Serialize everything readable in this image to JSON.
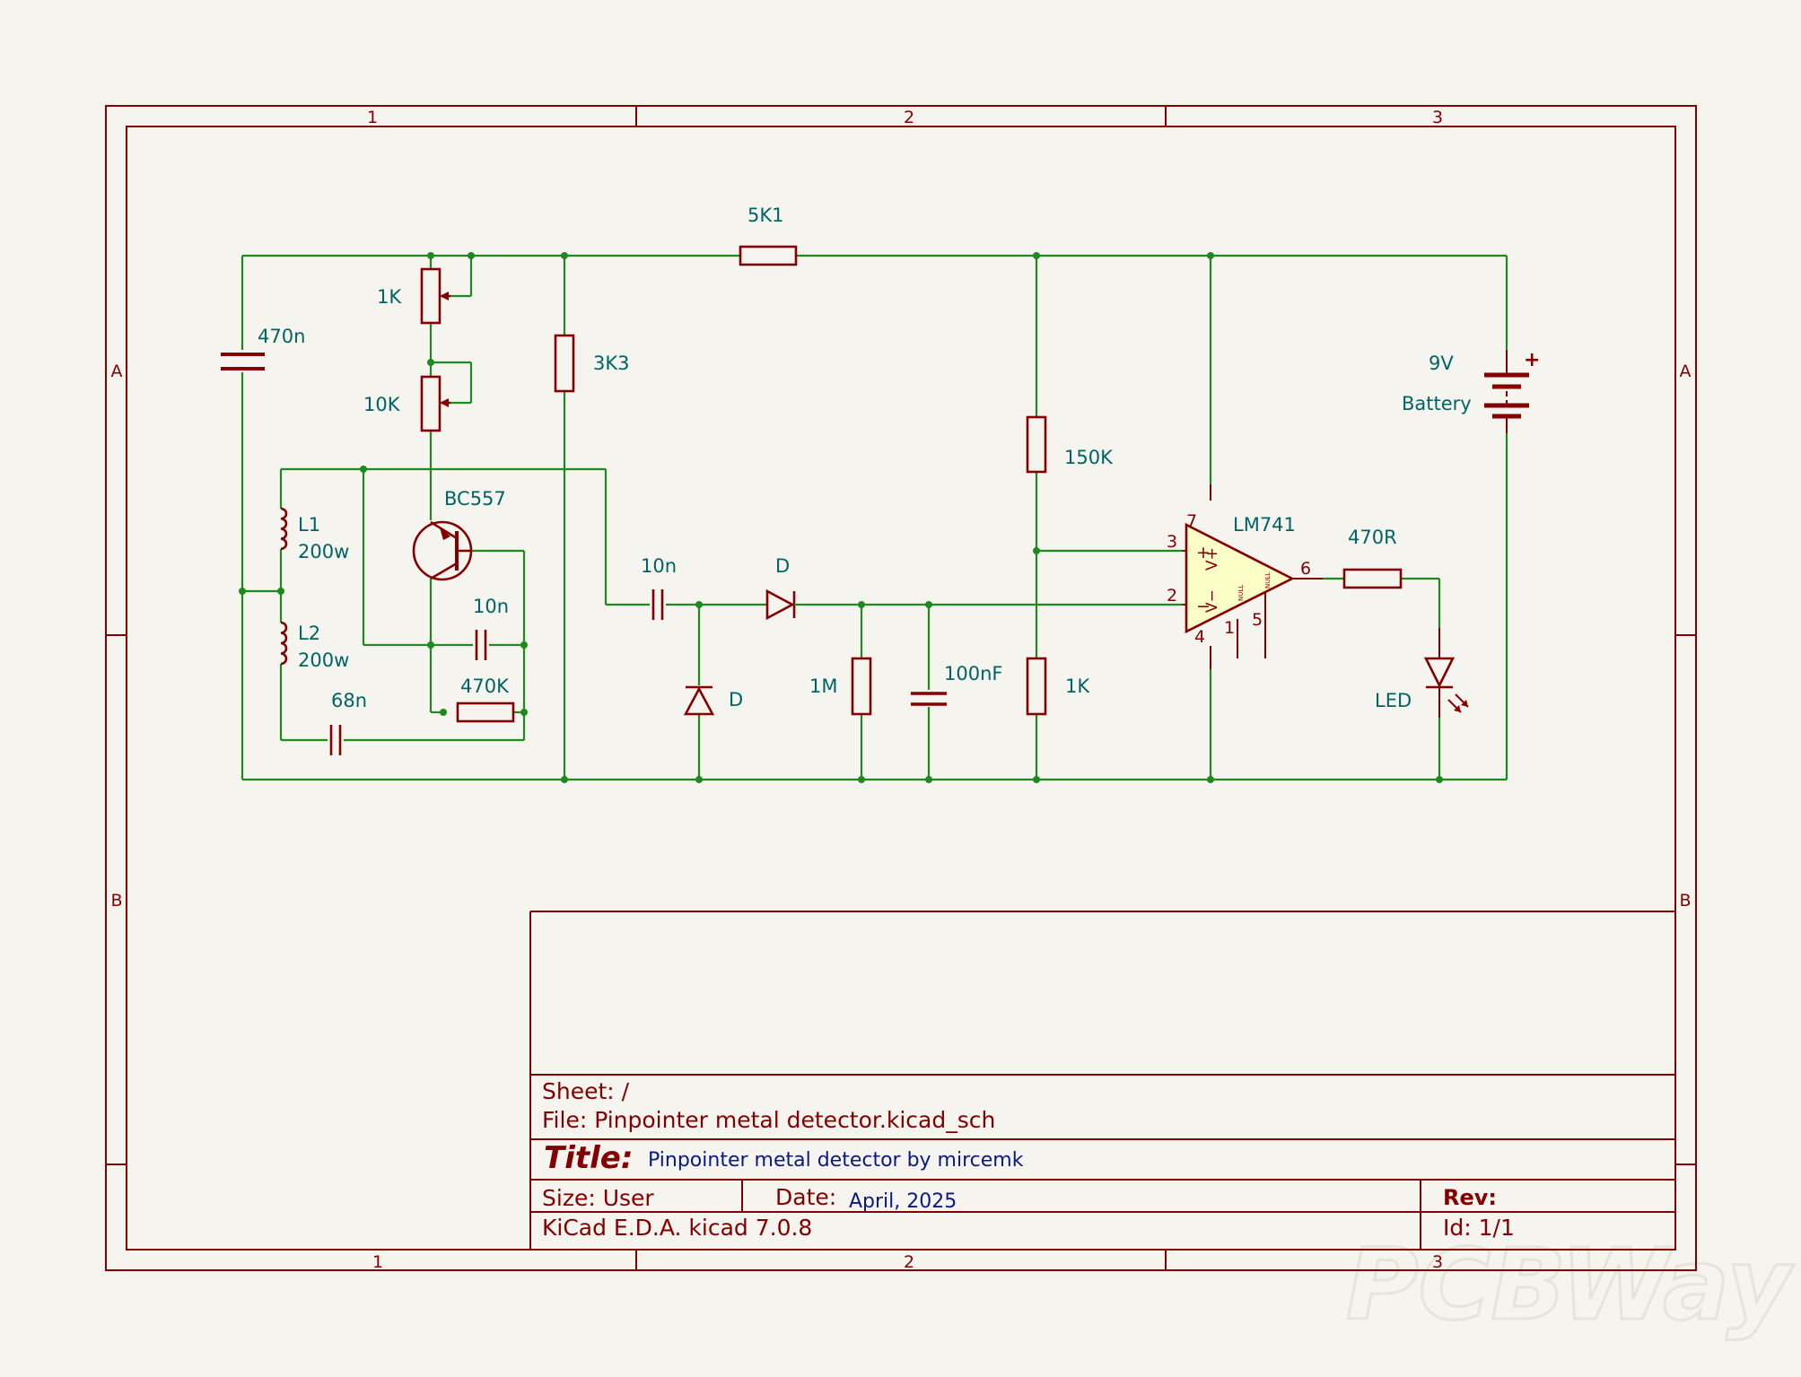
{
  "frame": {
    "col_labels": [
      "1",
      "2",
      "3"
    ],
    "row_labels": [
      "A",
      "B"
    ]
  },
  "components": {
    "c_470n": "470n",
    "pot_1k": "1K",
    "pot_10k": "10K",
    "r_3k3": "3K3",
    "r_5k1": "5K1",
    "r_150k": "150K",
    "r_1k": "1K",
    "l1_ref": "L1",
    "l1_val": "200w",
    "l2_ref": "L2",
    "l2_val": "200w",
    "q_bc557": "BC557",
    "c_10n_a": "10n",
    "c_10n_b": "10n",
    "r_470k": "470K",
    "c_68n": "68n",
    "d_series": "D",
    "d_shunt": "D",
    "r_1m": "1M",
    "c_100nf": "100nF",
    "u_lm741": "LM741",
    "r_470r": "470R",
    "led": "LED",
    "battery_v": "9V",
    "battery_name": "Battery"
  },
  "opamp_pins": {
    "p7": "7",
    "p3": "3",
    "p2": "2",
    "p6": "6",
    "p4": "4",
    "p1": "1",
    "p5": "5",
    "vplus": "V+",
    "vminus": "V−",
    "plus": "+",
    "minus": "−",
    "null": "NULL"
  },
  "battery_plus": "+",
  "title_block": {
    "sheet": "Sheet: /",
    "file": "File: Pinpointer metal detector.kicad_sch",
    "title_label": "Title:",
    "title_value": "Pinpointer metal detector by mircemk",
    "size": "Size: User",
    "date_label": "Date:",
    "date_value": "April, 2025",
    "rev_label": "Rev:",
    "tool": "KiCad E.D.A.  kicad 7.0.8",
    "id": "Id: 1/1"
  },
  "watermark": "PCBWay",
  "colors": {
    "frame": "#840000",
    "wire": "#1e8a1e",
    "label": "#006464",
    "opamp_fill": "#fdfdc8",
    "background": "#f5f4ef",
    "title_value": "#0a1a80"
  }
}
